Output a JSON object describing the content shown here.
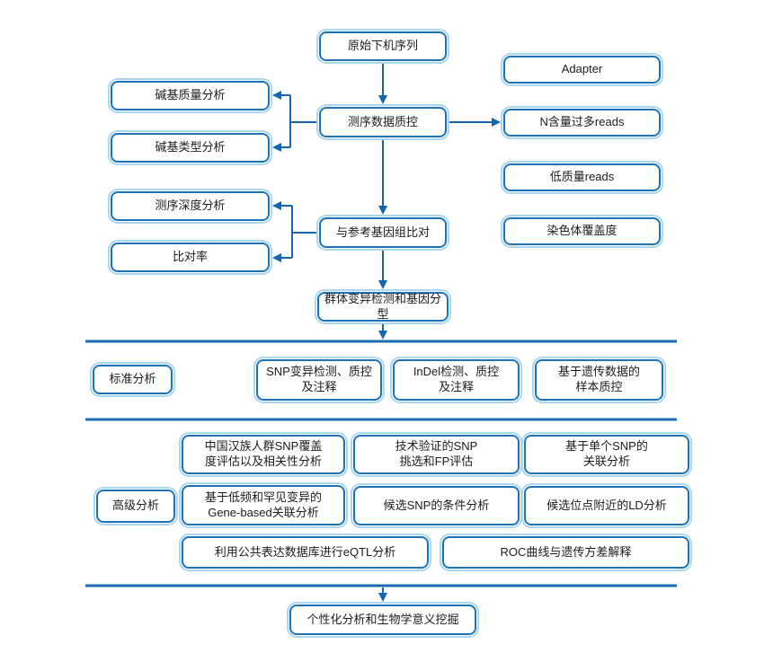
{
  "colors": {
    "border": "#1e73b8",
    "halo": "#abd7f2",
    "arrow": "#1565af",
    "divider": "#1c6cb4",
    "text": "#1c1c1c",
    "bg": "#ffffff"
  },
  "diagram": {
    "main_flow": {
      "raw": "原始下机序列",
      "qc": "测序数据质控",
      "align": "与参考基因组比对",
      "genotyping": "群体变异检测和基因分型",
      "final": "个性化分析和生物学意义挖掘"
    },
    "qc_outputs_left": {
      "base_quality": "碱基质量分析",
      "base_type": "碱基类型分析"
    },
    "align_outputs_left": {
      "depth": "测序深度分析",
      "mapping_rate": "比对率"
    },
    "qc_outputs_right": {
      "adapter": "Adapter",
      "n_reads": "N含量过多reads",
      "low_quality": "低质量reads",
      "chrom_coverage": "染色体覆盖度"
    },
    "standard_section": {
      "label": "标准分析",
      "snp": "SNP变异检测、质控\n及注释",
      "indel": "InDel检测、质控\n及注释",
      "sample_qc": "基于遗传数据的\n样本质控"
    },
    "advanced_section": {
      "label": "高级分析",
      "han_snp_coverage": "中国汉族人群SNP覆盖\n度评估以及相关性分析",
      "validated_snp": "技术验证的SNP\n挑选和FP评估",
      "single_snp_assoc": "基于单个SNP的\n关联分析",
      "gene_based": "基于低频和罕见变异的\nGene-based关联分析",
      "conditional": "候选SNP的条件分析",
      "ld": "候选位点附近的LD分析",
      "eqtl": "利用公共表达数据库进行eQTL分析",
      "roc": "ROC曲线与遗传方差解释"
    }
  }
}
